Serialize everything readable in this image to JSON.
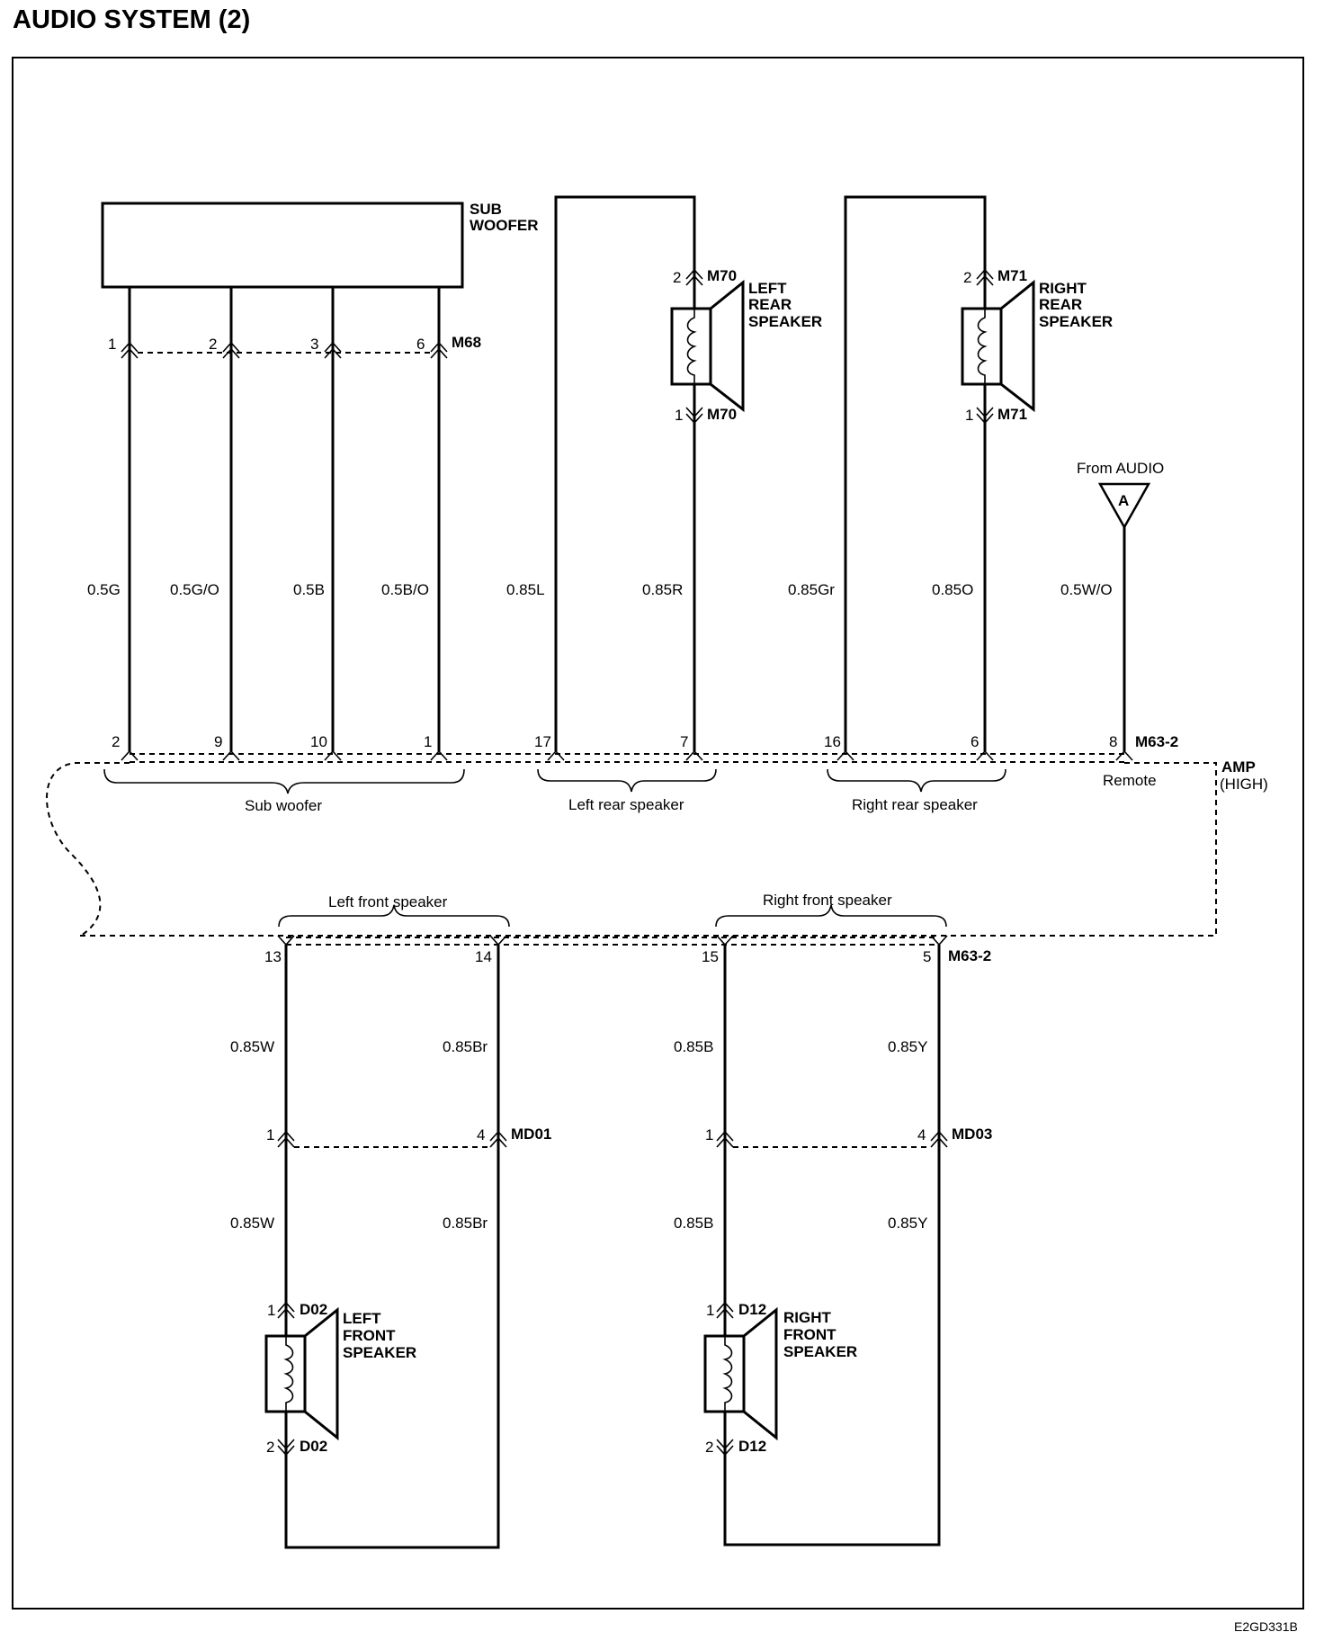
{
  "title": "AUDIO SYSTEM (2)",
  "footer_code": "E2GD331B",
  "sub_woofer": {
    "name_line1": "SUB",
    "name_line2": "WOOFER",
    "connector": "M68",
    "pins": [
      "1",
      "2",
      "3",
      "6"
    ],
    "wires": [
      "0.5G",
      "0.5G/O",
      "0.5B",
      "0.5B/O"
    ],
    "amp_pins": [
      "2",
      "9",
      "10",
      "1"
    ],
    "group_label": "Sub woofer"
  },
  "left_rear": {
    "name": [
      "LEFT",
      "REAR",
      "SPEAKER"
    ],
    "connector": "M70",
    "pin_top": "2",
    "pin_bottom": "1",
    "wires": [
      "0.85L",
      "0.85R"
    ],
    "amp_pins": [
      "17",
      "7"
    ],
    "group_label": "Left rear speaker"
  },
  "right_rear": {
    "name": [
      "RIGHT",
      "REAR",
      "SPEAKER"
    ],
    "connector": "M71",
    "pin_top": "2",
    "pin_bottom": "1",
    "wires": [
      "0.85Gr",
      "0.85O"
    ],
    "amp_pins": [
      "16",
      "6"
    ],
    "group_label": "Right rear speaker"
  },
  "remote": {
    "from_label": "From AUDIO",
    "ref_letter": "A",
    "wire": "0.5W/O",
    "amp_pin": "8",
    "label": "Remote"
  },
  "amp": {
    "connector": "M63-2",
    "name": "AMP",
    "sub": "(HIGH)"
  },
  "left_front": {
    "group_label": "Left front speaker",
    "amp_pins": [
      "13",
      "14"
    ],
    "wires_upper": [
      "0.85W",
      "0.85Br"
    ],
    "wires_lower": [
      "0.85W",
      "0.85Br"
    ],
    "joint_pins": [
      "1",
      "4"
    ],
    "joint_connector": "MD01",
    "spk_connector": "D02",
    "spk_pin_top": "1",
    "spk_pin_bottom": "2",
    "name": [
      "LEFT",
      "FRONT",
      "SPEAKER"
    ]
  },
  "right_front": {
    "group_label": "Right front speaker",
    "amp_pins": [
      "15",
      "5"
    ],
    "wires_upper": [
      "0.85B",
      "0.85Y"
    ],
    "wires_lower": [
      "0.85B",
      "0.85Y"
    ],
    "joint_pins": [
      "1",
      "4"
    ],
    "joint_connector": "MD03",
    "spk_connector": "D12",
    "spk_pin_top": "1",
    "spk_pin_bottom": "2",
    "name": [
      "RIGHT",
      "FRONT",
      "SPEAKER"
    ]
  }
}
